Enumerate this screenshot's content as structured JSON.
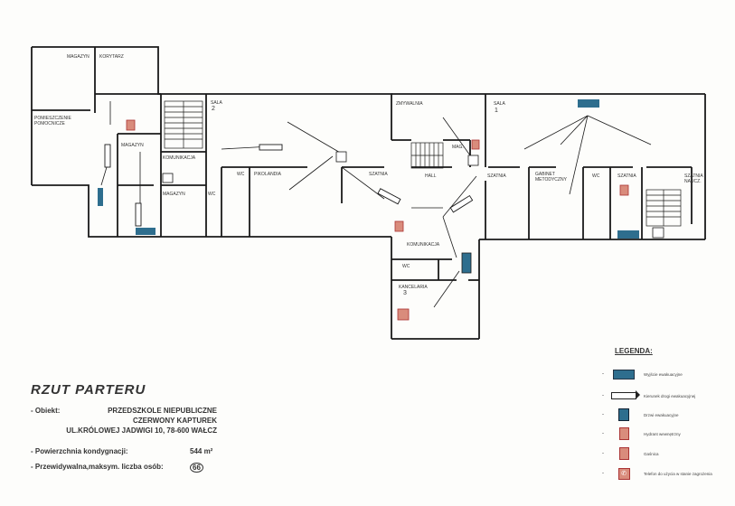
{
  "rooms": {
    "magazyn_top": "MAGAZYN",
    "korytarz": "KORYTARZ",
    "pomieszczenie": "POMIESZCZENIE POMOCNICZE",
    "magazyn_mid": "MAGAZYN",
    "komunikacja_left": "KOMUNIKACJA",
    "magazyn_low": "MAGAZYN",
    "wc_left": "WC",
    "wc_left2": "WC",
    "sala_left": "SALA",
    "sala_left_no": "2",
    "pikolandia": "PIKOLANDIA",
    "szatnia_mid": "SZATNIA",
    "zmywalnia": "ZMYWALNIA",
    "mag": "MAG.",
    "hall": "HALL",
    "sala_right": "SALA",
    "sala_right_no": "1",
    "szatnia_right1": "SZATNIA",
    "gabinet": "GABINET METODYCZNY",
    "wc_right": "WC",
    "szatnia_right2": "SZATNIA",
    "szatnia_naucz": "SZATNIA NAUCZ.",
    "komunikacja_low": "KOMUNIKACJA",
    "wc_low": "WC",
    "kancelaria": "KANCELARIA",
    "kancelaria_no": "3"
  },
  "title": "RZUT PARTERU",
  "info": {
    "obiekt_label": "- Obiekt:",
    "obiekt_line1": "PRZEDSZKOLE NIEPUBLICZNE",
    "obiekt_line2": "CZERWONY KAPTUREK",
    "address": "UL.KRÓLOWEJ JADWIGI 10, 78-600 WAŁCZ",
    "area_label": "- Powierzchnia kondygnacji:",
    "area_value": "544 m²",
    "persons_label": "- Przewidywalna,maksym. liczba osób:",
    "persons_value": "66"
  },
  "legend": {
    "title": "LEGENDA:",
    "items": [
      {
        "icon": "exit-sign-icon",
        "text": "Wyjście ewakuacyjne"
      },
      {
        "icon": "evacuation-arrow-icon",
        "text": "Kierunek drogi ewakuacyjnej"
      },
      {
        "icon": "emergency-door-icon",
        "text": "Drzwi ewakuacyjne"
      },
      {
        "icon": "fire-hydrant-icon",
        "text": "Hydrant wewnętrzny"
      },
      {
        "icon": "fire-extinguisher-icon",
        "text": "Gaśnica"
      },
      {
        "icon": "phone-icon",
        "text": "Telefon do użycia w stanie zagrożenia"
      }
    ]
  },
  "colors": {
    "wall": "#1a1a1a",
    "exit_sign": "#2e6e8e",
    "fire_equipment": "#d98c7c"
  }
}
